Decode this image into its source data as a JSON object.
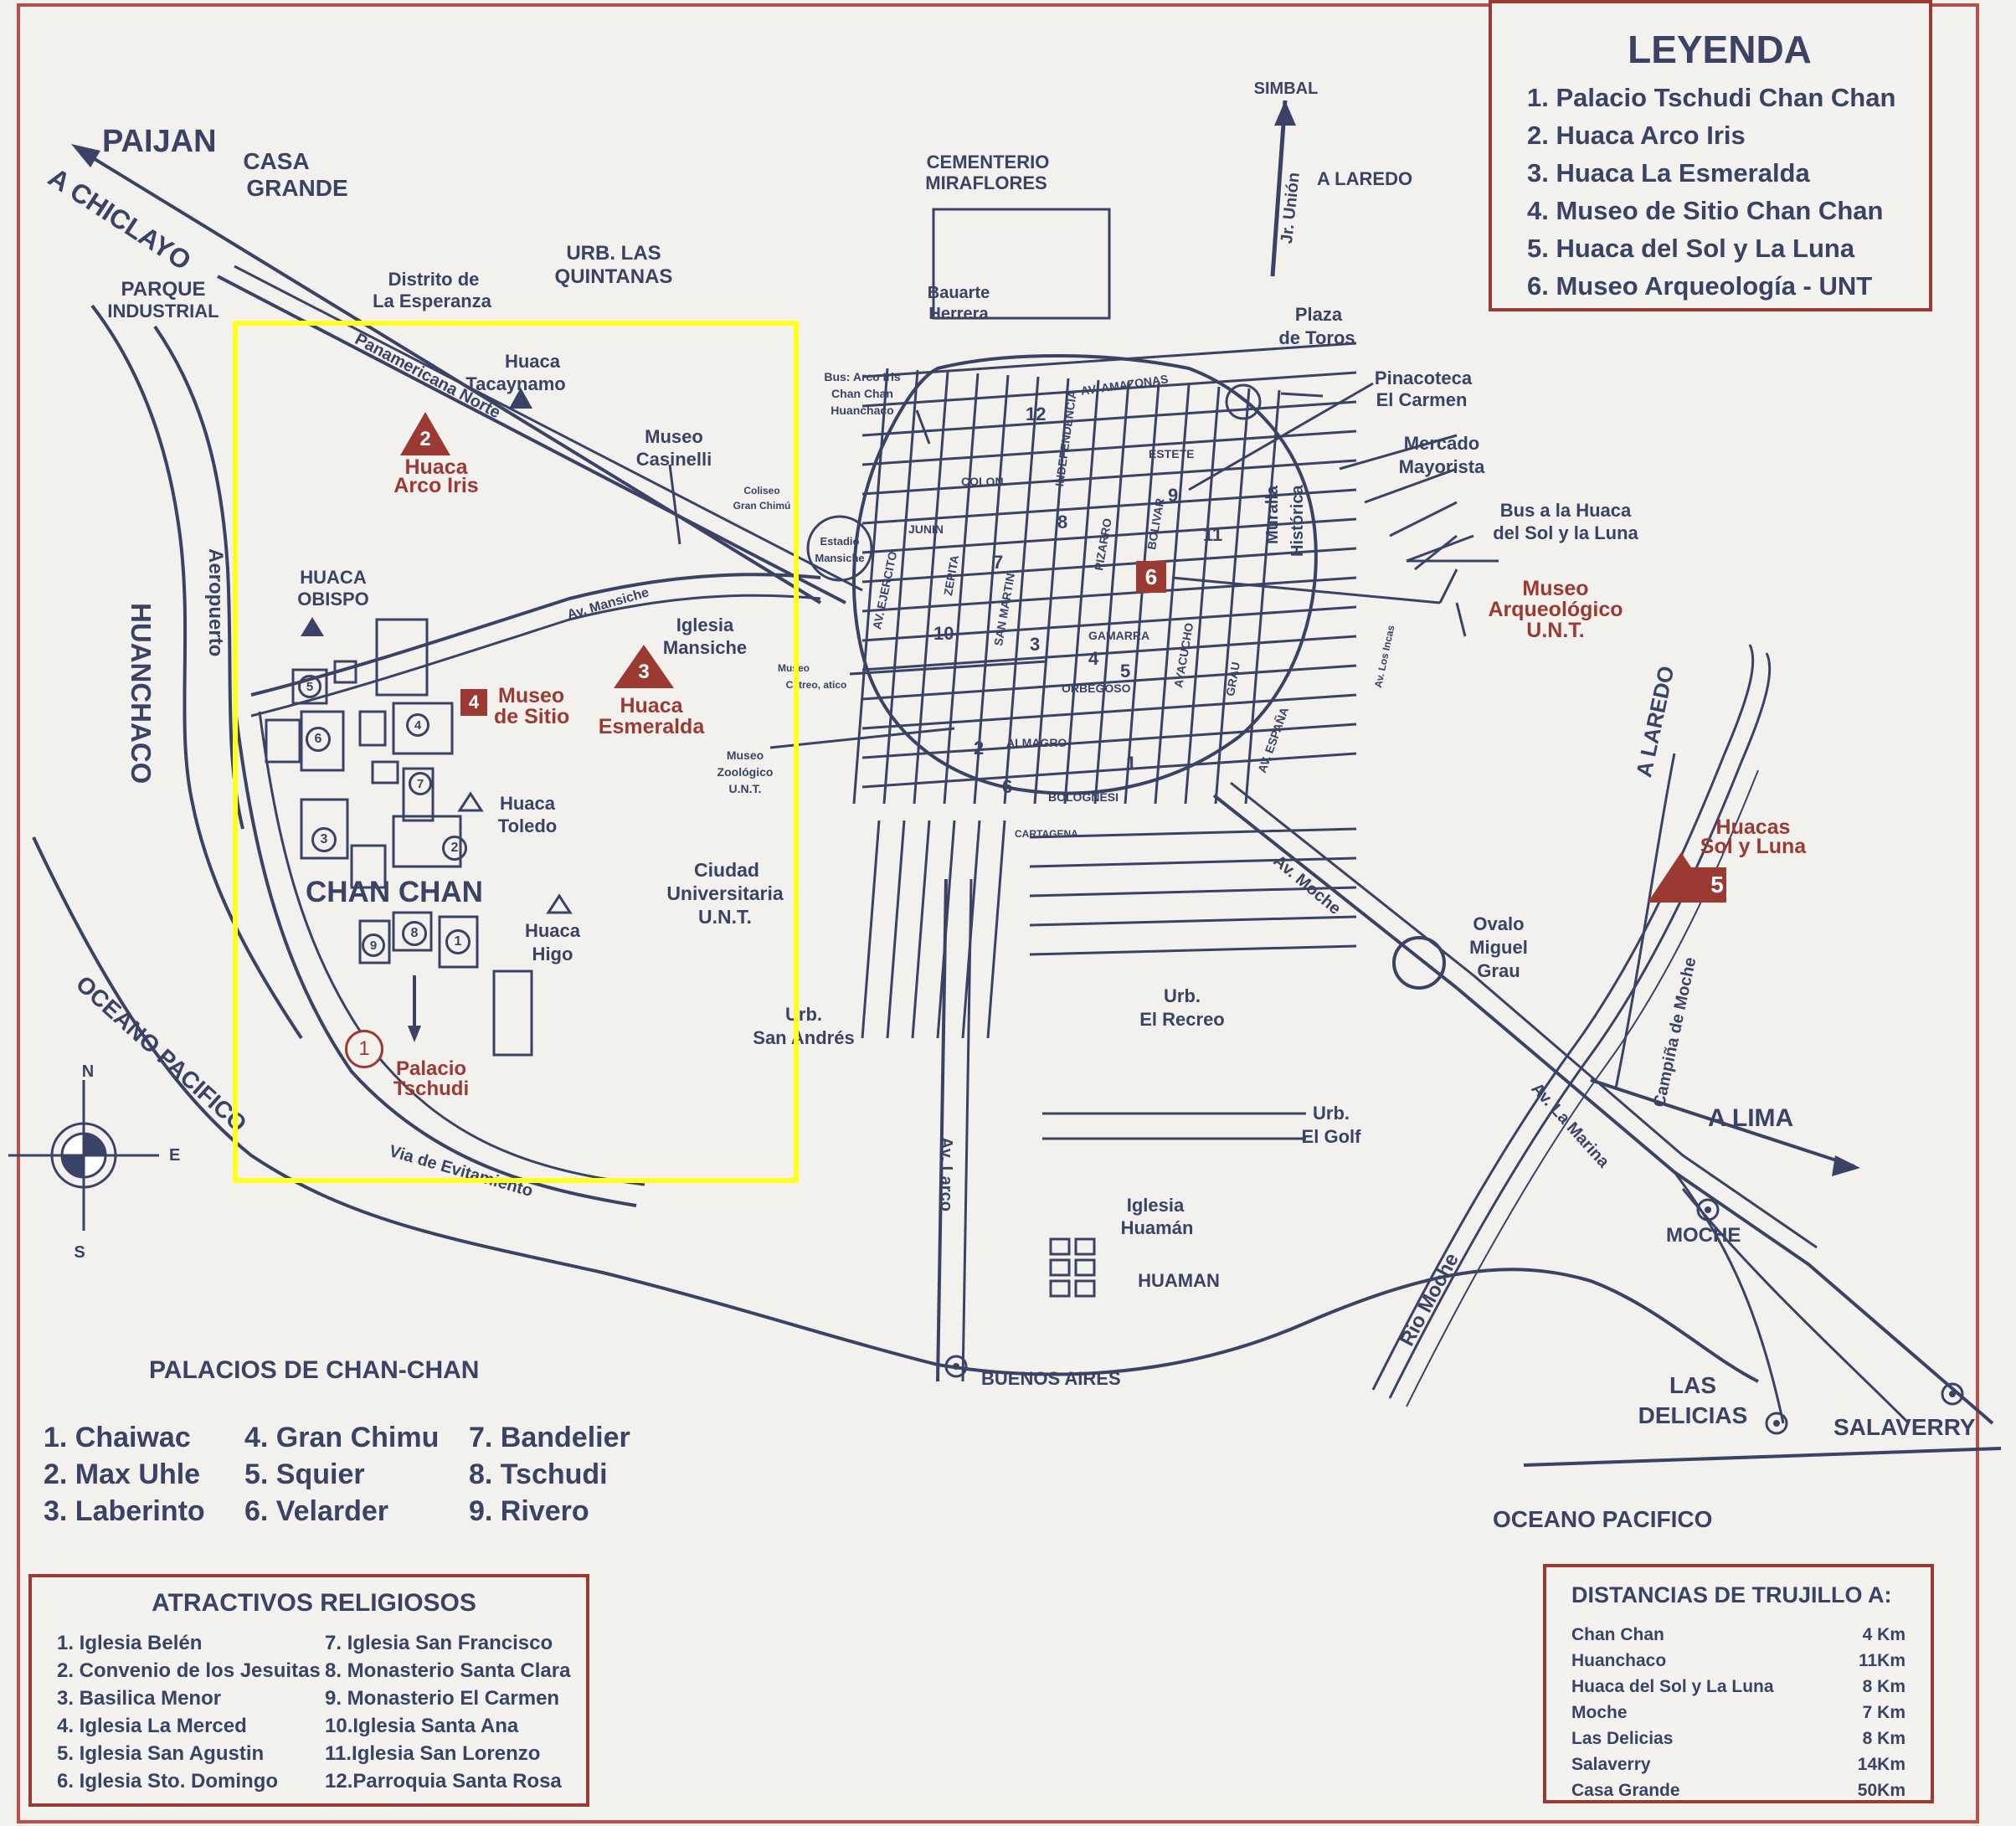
{
  "legend": {
    "title": "LEYENDA",
    "items": [
      "1. Palacio Tschudi Chan Chan",
      "2. Huaca Arco Iris",
      "3. Huaca La Esmeralda",
      "4. Museo de Sitio Chan Chan",
      "5. Huaca del Sol y La Luna",
      "6. Museo Arqueología - UNT"
    ]
  },
  "palaces": {
    "title": "PALACIOS DE CHAN-CHAN",
    "col1": [
      "1. Chaiwac",
      "2. Max Uhle",
      "3. Laberinto"
    ],
    "col2": [
      "4. Gran Chimu",
      "5. Squier",
      "6. Velarder"
    ],
    "col3": [
      "7. Bandelier",
      "8. Tschudi",
      "9. Rivero"
    ]
  },
  "religious": {
    "title": "ATRACTIVOS  RELIGIOSOS",
    "col1": [
      "1. Iglesia Belén",
      "2. Convenio de los Jesuitas",
      "3. Basilica Menor",
      "4. Iglesia La Merced",
      "5. Iglesia San Agustin",
      "6. Iglesia Sto. Domingo"
    ],
    "col2": [
      "7.  Iglesia San Francisco",
      "8.  Monasterio Santa Clara",
      "9.  Monasterio El Carmen",
      "10.Iglesia Santa Ana",
      "11.Iglesia San Lorenzo",
      "12.Parroquia Santa Rosa"
    ]
  },
  "distances": {
    "title": "DISTANCIAS DE TRUJILLO A:",
    "rows": [
      {
        "place": "Chan Chan",
        "km": "4  Km"
      },
      {
        "place": "Huanchaco",
        "km": "11Km"
      },
      {
        "place": "Huaca del Sol y La Luna",
        "km": "8  Km"
      },
      {
        "place": "Moche",
        "km": "7  Km"
      },
      {
        "place": "Las Delicias",
        "km": "8  Km"
      },
      {
        "place": "Salaverry",
        "km": "14Km"
      },
      {
        "place": "Casa Grande",
        "km": "50Km"
      }
    ]
  },
  "labels": {
    "paijan": "PAIJAN",
    "chiclayo": "A CHICLAYO",
    "casa_grande_1": "CASA",
    "casa_grande_2": "GRANDE",
    "parque_1": "PARQUE",
    "parque_2": "INDUSTRIAL",
    "esperanza_1": "Distrito de",
    "esperanza_2": "La Esperanza",
    "quintanas_1": "URB. LAS",
    "quintanas_2": "QUINTANAS",
    "cementerio_1": "CEMENTERIO",
    "cementerio_2": "MIRAFLORES",
    "simbal": "SIMBAL",
    "laredo_top": "A LAREDO",
    "jr_union": "Jr. Unión",
    "bauarte_1": "Bauarte",
    "bauarte_2": "Herrera",
    "plaza_1": "Plaza",
    "plaza_2": "de Toros",
    "pinacoteca_1": "Pinacoteca",
    "pinacoteca_2": "El Carmen",
    "mercado_1": "Mercado",
    "mercado_2": "Mayorista",
    "bus_sol_1": "Bus a la Huaca",
    "bus_sol_2": "del Sol y la Luna",
    "museo_arq_1": "Museo",
    "museo_arq_2": "Arqueológico",
    "museo_arq_3": "U.N.T.",
    "bus_arco_1": "Bus: Arco Iris",
    "bus_arco_2": "Chan Chan",
    "bus_arco_3": "Huanchaco",
    "tacaynamo_1": "Huaca",
    "tacaynamo_2": "Tacaynamo",
    "panamericana": "Panamericana Norte",
    "arco_1": "Huaca",
    "arco_2": "Arco Iris",
    "casinelli_1": "Museo",
    "casinelli_2": "Casinelli",
    "coliseo_1": "Coliseo",
    "coliseo_2": "Gran Chimú",
    "estadio_1": "Estadio",
    "estadio_2": "Mansiche",
    "av_mansiche": "Av. Mansiche",
    "obispo_1": "HUACA",
    "obispo_2": "OBISPO",
    "aeropuerto": "Aeropuerto",
    "huanchaco": "HUANCHACO",
    "mansiche_1": "Iglesia",
    "mansiche_2": "Mansiche",
    "sitio_1": "Museo",
    "sitio_2": "de Sitio",
    "esmeralda_1": "Huaca",
    "esmeralda_2": "Esmeralda",
    "cetrero_1": "Museo",
    "cetrero_2": "Catreo, atico",
    "zoologico_1": "Museo",
    "zoologico_2": "Zoológico",
    "zoologico_3": "U.N.T.",
    "toledo_1": "Huaca",
    "toledo_2": "Toledo",
    "chan_chan": "CHAN CHAN",
    "ciudad_1": "Ciudad",
    "ciudad_2": "Universitaria",
    "ciudad_3": "U.N.T.",
    "higo_1": "Huaca",
    "higo_2": "Higo",
    "tschudi_1": "Palacio",
    "tschudi_2": "Tschudi",
    "oceano_left": "OCEANO PACIFICO",
    "evitamiento": "Via de Evitamiento",
    "san_andres_1": "Urb.",
    "san_andres_2": "San Andrés",
    "recreo_1": "Urb.",
    "recreo_2": "El Recreo",
    "golf_1": "Urb.",
    "golf_2": "El Golf",
    "av_larco": "Av. Larco",
    "huaman_ig_1": "Iglesia",
    "huaman_ig_2": "Huamán",
    "huaman": "HUAMAN",
    "buenos_aires": "BUENOS AIRES",
    "av_moche": "Av. Moche",
    "ovalo_1": "Ovalo",
    "ovalo_2": "Miguel",
    "ovalo_3": "Grau",
    "av_marina": "Av. La Marina",
    "rio_moche": "Rio Moche",
    "campina": "Campiña de Moche",
    "laredo_right": "A LAREDO",
    "huacas_sol_1": "Huacas",
    "huacas_sol_2": "Sol y Luna",
    "a_lima": "A LIMA",
    "moche": "MOCHE",
    "las_delicias_1": "LAS",
    "las_delicias_2": "DELICIAS",
    "salaverry": "SALAVERRY",
    "oceano_bottom": "OCEANO PACIFICO",
    "muralla_1": "Muralla",
    "muralla_2": "Histórica",
    "av_amaza": "AV. AMAZONAS",
    "independencia": "INDEPENDENCIA",
    "colon": "COLON",
    "ayacucho": "AYACUCHO",
    "pizarro": "PIZARRO",
    "junin": "JUNIN",
    "zepita": "ZEPITA",
    "san_martin": "SAN MARTIN",
    "orbegoso": "ORBEGOSO",
    "almagro": "ALMAGRO",
    "bolognesi": "BOLOGNESI",
    "gamarra": "GAMARRA",
    "grau": "GRAU",
    "av_espana": "AV. ESPAÑA",
    "estete": "ESTETE",
    "bolivar": "BOLIVAR",
    "av_ejercito": "AV. EJERCITO",
    "av_los_incas": "Av. Los Incas",
    "cartagena": "CARTAGENA",
    "compass_n": "N",
    "compass_e": "E",
    "compass_s": "S"
  },
  "markers": {
    "m1": "1",
    "m2": "2",
    "m3": "3",
    "m4": "4",
    "m5": "5",
    "m6": "6"
  },
  "palace_circles": [
    "1",
    "2",
    "3",
    "4",
    "5",
    "6",
    "7",
    "8",
    "9"
  ],
  "church_numbers": [
    "1",
    "2",
    "3",
    "4",
    "5",
    "6",
    "7",
    "8",
    "9",
    "10",
    "11",
    "12"
  ],
  "colors": {
    "accent": "#9b3a33",
    "ink": "#3a4365",
    "highlight": "#ffff1e",
    "paper": "#f2f1ee"
  }
}
